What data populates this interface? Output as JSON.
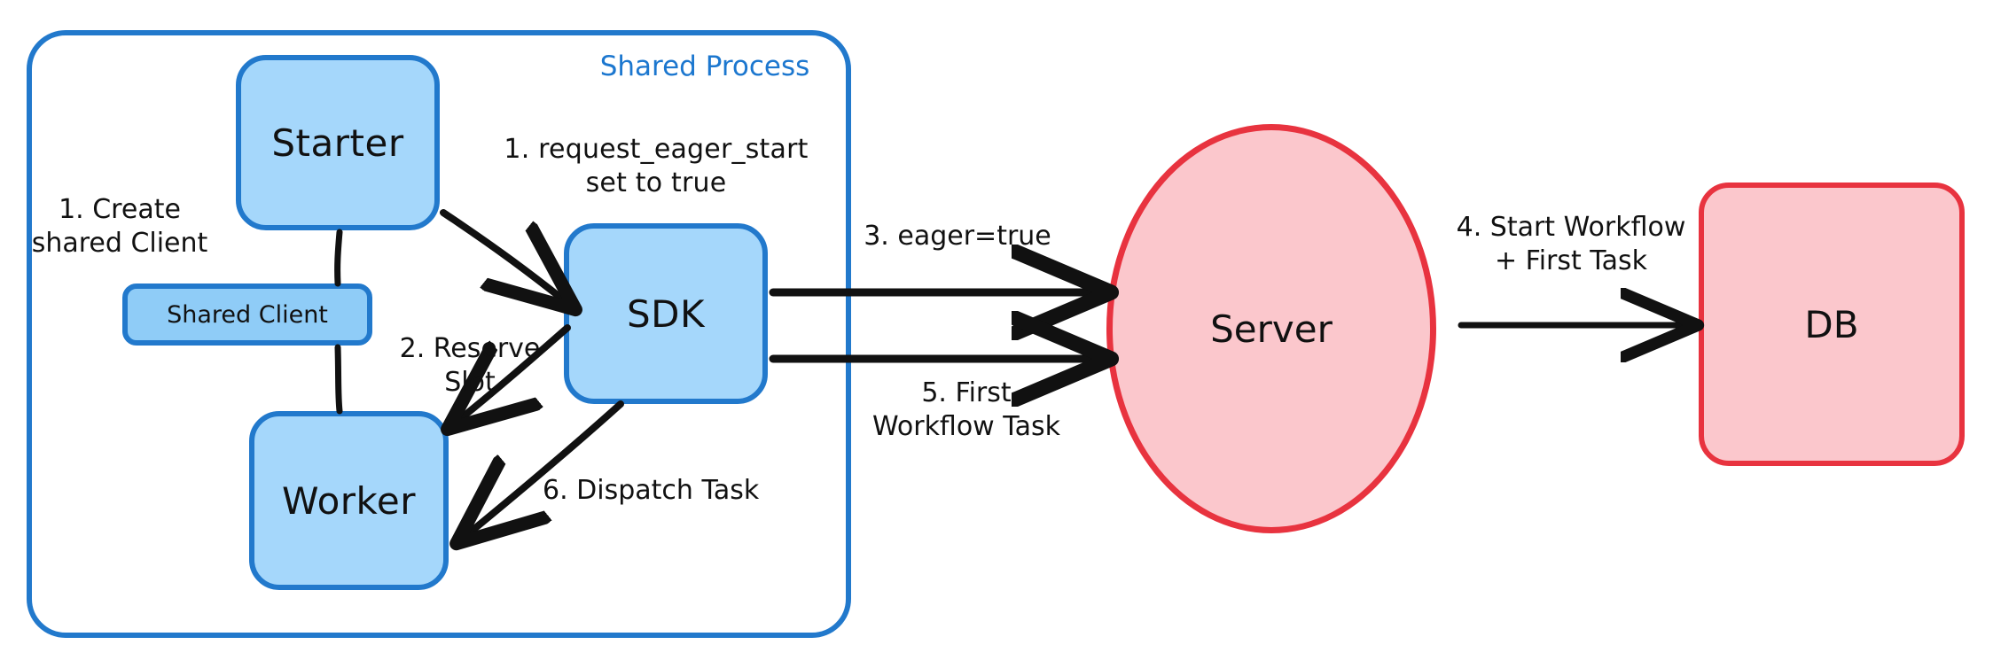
{
  "diagram": {
    "title_label": "Shared Process",
    "nodes": {
      "starter": "Starter",
      "shared_client": "Shared Client",
      "worker": "Worker",
      "sdk": "SDK",
      "server": "Server",
      "db": "DB"
    },
    "edge_labels": {
      "create_shared_client": "1. Create\nshared Client",
      "request_eager_start": "1. request_eager_start\nset to true",
      "reserve_slot": "2. Reserve\nSlot",
      "eager_true": "3. eager=true",
      "start_workflow_first_task": "4. Start Workflow\n+ First Task",
      "first_workflow_task": "5. First\nWorkflow Task",
      "dispatch_task": "6. Dispatch Task"
    },
    "colors": {
      "blue_stroke": "#2279CC",
      "blue_fill": "#A5D7FB",
      "blue_fill_alt": "#8FCCF7",
      "red_stroke": "#E8333F",
      "red_fill": "#FBC7CC",
      "ink": "#111111",
      "canvas": "#FFFFFF"
    }
  }
}
